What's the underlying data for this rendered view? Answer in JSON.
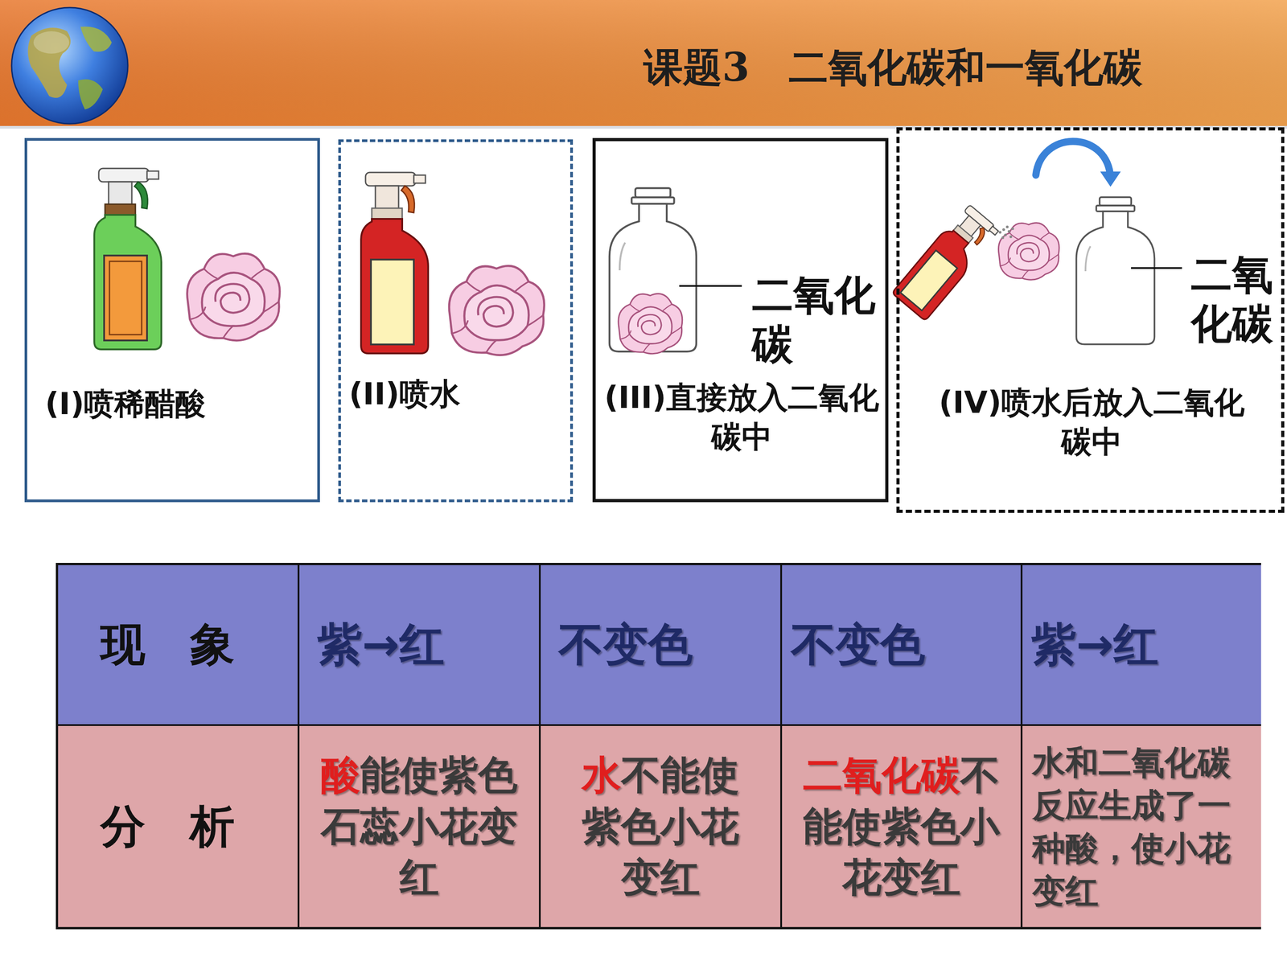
{
  "diagram": {
    "title": "课题3　二氧化碳和一氧化碳",
    "nodes": [
      {
        "text": [
          "(I)喷稀醋酸"
        ]
      },
      {
        "text": [
          "(II)喷水"
        ]
      },
      {
        "text": [
          "(III)直接放入二氧化碳中",
          "二氧化碳"
        ]
      },
      {
        "text": [
          "(IV)喷水后放入二氧化碳中",
          "二氧化碳"
        ]
      }
    ],
    "labels": [
      "现　象",
      "紫→红",
      "不变色",
      "不变色",
      "紫→红",
      "分　析",
      "酸",
      "能使紫色石蕊小花变红",
      "水",
      "不能使紫色小花变红",
      "二氧化碳",
      "不能使紫色小花变红",
      "水和二氧化碳反应生成了一种酸，使小花变红"
    ]
  }
}
